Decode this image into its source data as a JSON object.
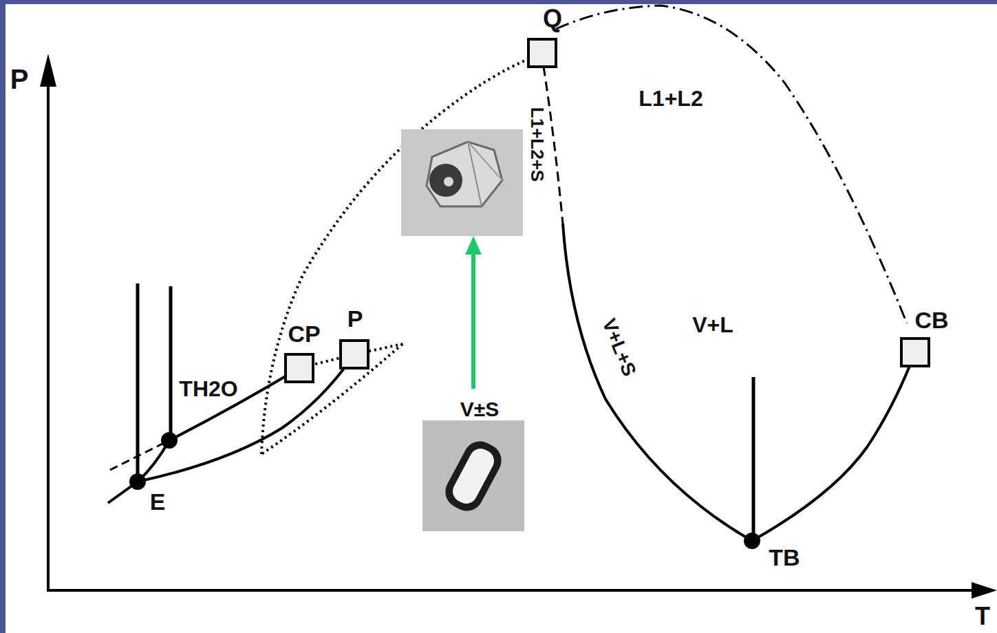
{
  "diagram": {
    "labels": [
      "P",
      "Q",
      "L1+L2",
      "L1+L2+S",
      "CP",
      "P",
      "TH2O",
      "V±S",
      "V+L",
      "V+L+S",
      "CB",
      "E",
      "TB",
      "T"
    ]
  }
}
